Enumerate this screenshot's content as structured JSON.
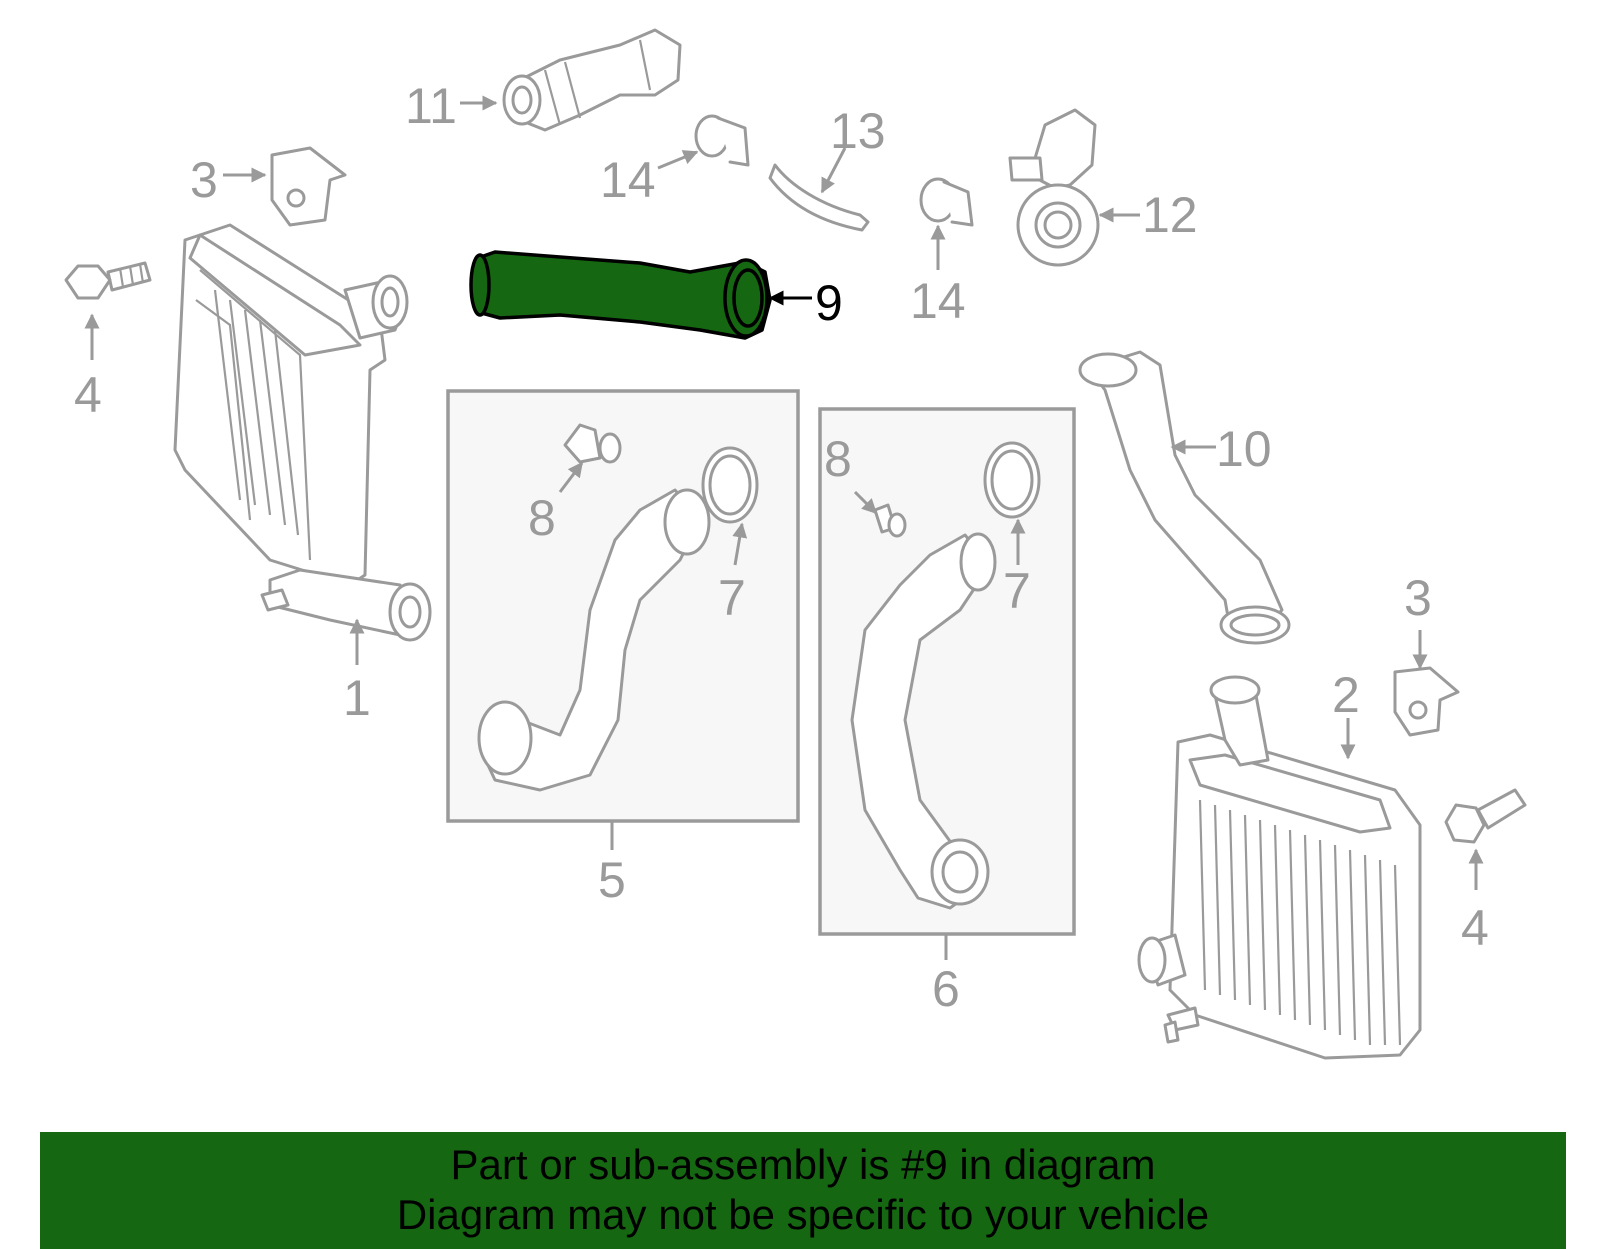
{
  "callouts": {
    "c1": "1",
    "c2": "2",
    "c3a": "3",
    "c3b": "3",
    "c4a": "4",
    "c4b": "4",
    "c5": "5",
    "c6": "6",
    "c7a": "7",
    "c7b": "7",
    "c8a": "8",
    "c8b": "8",
    "c9": "9",
    "c10": "10",
    "c11": "11",
    "c12": "12",
    "c13": "13",
    "c14a": "14",
    "c14b": "14"
  },
  "highlighted_part": "9",
  "colors": {
    "highlight": "#156811",
    "banner": "#156811",
    "line": "#9a9a9a"
  },
  "banner": {
    "line1": "Part or sub-assembly is #9 in diagram",
    "line2": "Diagram may not be specific to your vehicle"
  }
}
